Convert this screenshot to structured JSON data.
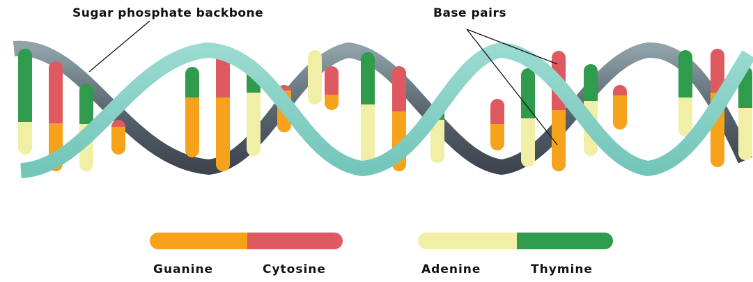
{
  "labels": {
    "backbone": "Sugar phosphate backbone",
    "base_pairs": "Base pairs"
  },
  "legend": {
    "pair1": {
      "left": "Guanine",
      "right": "Cytosine"
    },
    "pair2": {
      "left": "Adenine",
      "right": "Thymine"
    }
  },
  "colors": {
    "guanine": "#F7A21B",
    "cytosine": "#DE5A60",
    "adenine": "#F1EFA6",
    "thymine": "#2F9B4D",
    "strand_front": "#84CFC4",
    "strand_back_dark": "#3E4550",
    "strand_back_light": "#8FA2A8"
  }
}
